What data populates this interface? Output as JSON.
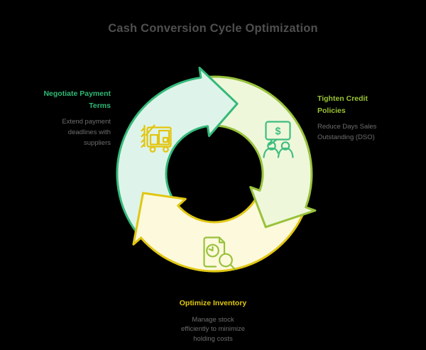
{
  "title": "Cash Conversion Cycle Optimization",
  "colors": {
    "background": "#000000",
    "title": "#4f4f4f",
    "body_text": "#6e6e6e"
  },
  "cycle": {
    "segments": [
      {
        "id": "negotiate-payment-terms",
        "heading": "Negotiate Payment\nTerms",
        "heading_color": "#2fba76",
        "description": "Extend payment\ndeadlines with\nsuppliers",
        "arrow_fill": "#def4ea",
        "arrow_stroke": "#35b97a",
        "icon": "supplier-cart-icon",
        "icon_color": "#e3c50f"
      },
      {
        "id": "tighten-credit-policies",
        "heading": "Tighten Credit\nPolicies",
        "heading_color": "#9cc435",
        "description": "Reduce Days Sales\nOutstanding (DSO)",
        "arrow_fill": "#eff7da",
        "arrow_stroke": "#98c23c",
        "icon": "money-chat-people-icon",
        "icon_color": "#3fbd80",
        "icon_glyph": "$"
      },
      {
        "id": "optimize-inventory",
        "heading": "Optimize Inventory",
        "heading_color": "#e2c70f",
        "description": "Manage stock\nefficiently to minimize\nholding costs",
        "arrow_fill": "#fdf9dc",
        "arrow_stroke": "#e0c713",
        "icon": "inventory-audit-icon",
        "icon_color": "#98c23c"
      }
    ]
  }
}
